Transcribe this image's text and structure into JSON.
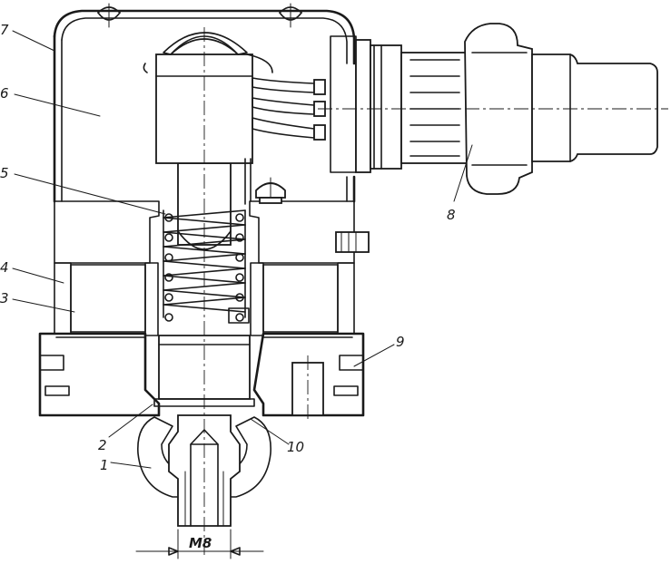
{
  "labels": {
    "l1": "1",
    "l2": "2",
    "l3": "3",
    "l4": "4",
    "l5": "5",
    "l6": "6",
    "l7": "7",
    "l8": "8",
    "l9": "9",
    "l10": "10",
    "thread": "М8"
  },
  "colors": {
    "ink": "#1a1a1a",
    "paper": "#ffffff"
  }
}
